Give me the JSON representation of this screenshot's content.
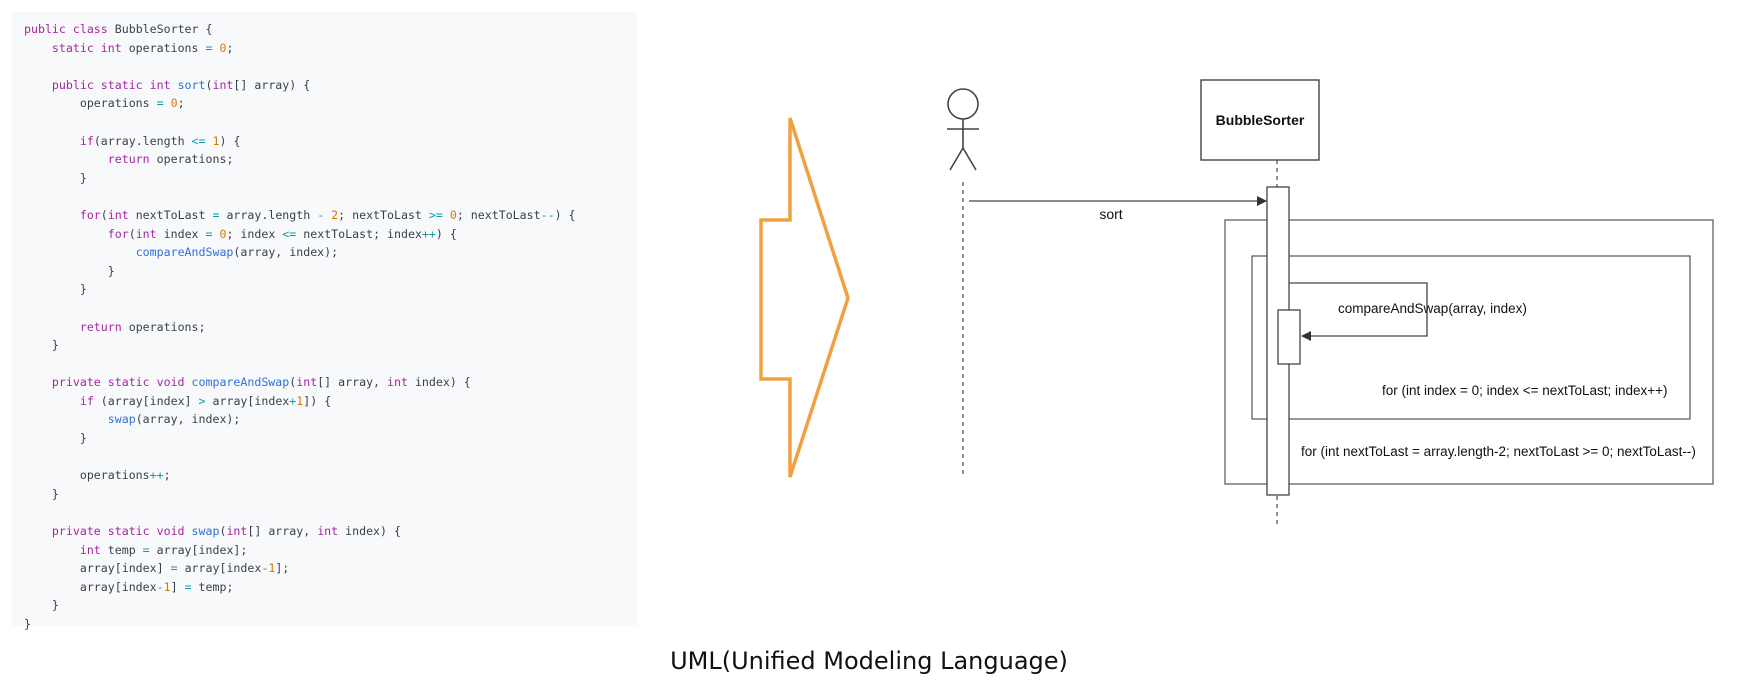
{
  "code_panel": {
    "background": "#f8f9fb",
    "lines": [
      [
        {
          "k": "kw",
          "t": "public class "
        },
        {
          "k": "tx",
          "t": "BubbleSorter {"
        }
      ],
      [
        {
          "k": "tx",
          "t": "    "
        },
        {
          "k": "kw",
          "t": "static int "
        },
        {
          "k": "tx",
          "t": "operations "
        },
        {
          "k": "op",
          "t": "= "
        },
        {
          "k": "num",
          "t": "0"
        },
        {
          "k": "tx",
          "t": ";"
        }
      ],
      [],
      [
        {
          "k": "tx",
          "t": "    "
        },
        {
          "k": "kw",
          "t": "public static int "
        },
        {
          "k": "fn",
          "t": "sort"
        },
        {
          "k": "tx",
          "t": "("
        },
        {
          "k": "kw",
          "t": "int"
        },
        {
          "k": "tx",
          "t": "[] array) {"
        }
      ],
      [
        {
          "k": "tx",
          "t": "        operations "
        },
        {
          "k": "op",
          "t": "= "
        },
        {
          "k": "num",
          "t": "0"
        },
        {
          "k": "tx",
          "t": ";"
        }
      ],
      [],
      [
        {
          "k": "tx",
          "t": "        "
        },
        {
          "k": "kw",
          "t": "if"
        },
        {
          "k": "tx",
          "t": "(array.length "
        },
        {
          "k": "op",
          "t": "<= "
        },
        {
          "k": "num",
          "t": "1"
        },
        {
          "k": "tx",
          "t": ") {"
        }
      ],
      [
        {
          "k": "tx",
          "t": "            "
        },
        {
          "k": "kw",
          "t": "return "
        },
        {
          "k": "tx",
          "t": "operations;"
        }
      ],
      [
        {
          "k": "tx",
          "t": "        }"
        }
      ],
      [],
      [
        {
          "k": "tx",
          "t": "        "
        },
        {
          "k": "kw",
          "t": "for"
        },
        {
          "k": "tx",
          "t": "("
        },
        {
          "k": "kw",
          "t": "int "
        },
        {
          "k": "tx",
          "t": "nextToLast "
        },
        {
          "k": "op",
          "t": "= "
        },
        {
          "k": "tx",
          "t": "array.length "
        },
        {
          "k": "op",
          "t": "- "
        },
        {
          "k": "num",
          "t": "2"
        },
        {
          "k": "tx",
          "t": "; nextToLast "
        },
        {
          "k": "op",
          "t": ">= "
        },
        {
          "k": "num",
          "t": "0"
        },
        {
          "k": "tx",
          "t": "; nextToLast"
        },
        {
          "k": "op",
          "t": "--"
        },
        {
          "k": "tx",
          "t": ") {"
        }
      ],
      [
        {
          "k": "tx",
          "t": "            "
        },
        {
          "k": "kw",
          "t": "for"
        },
        {
          "k": "tx",
          "t": "("
        },
        {
          "k": "kw",
          "t": "int "
        },
        {
          "k": "tx",
          "t": "index "
        },
        {
          "k": "op",
          "t": "= "
        },
        {
          "k": "num",
          "t": "0"
        },
        {
          "k": "tx",
          "t": "; index "
        },
        {
          "k": "op",
          "t": "<= "
        },
        {
          "k": "tx",
          "t": "nextToLast; index"
        },
        {
          "k": "op",
          "t": "++"
        },
        {
          "k": "tx",
          "t": ") {"
        }
      ],
      [
        {
          "k": "tx",
          "t": "                "
        },
        {
          "k": "fn",
          "t": "compareAndSwap"
        },
        {
          "k": "tx",
          "t": "(array, index);"
        }
      ],
      [
        {
          "k": "tx",
          "t": "            }"
        }
      ],
      [
        {
          "k": "tx",
          "t": "        }"
        }
      ],
      [],
      [
        {
          "k": "tx",
          "t": "        "
        },
        {
          "k": "kw",
          "t": "return "
        },
        {
          "k": "tx",
          "t": "operations;"
        }
      ],
      [
        {
          "k": "tx",
          "t": "    }"
        }
      ],
      [],
      [
        {
          "k": "tx",
          "t": "    "
        },
        {
          "k": "kw",
          "t": "private static void "
        },
        {
          "k": "fn",
          "t": "compareAndSwap"
        },
        {
          "k": "tx",
          "t": "("
        },
        {
          "k": "kw",
          "t": "int"
        },
        {
          "k": "tx",
          "t": "[] array, "
        },
        {
          "k": "kw",
          "t": "int "
        },
        {
          "k": "tx",
          "t": "index) {"
        }
      ],
      [
        {
          "k": "tx",
          "t": "        "
        },
        {
          "k": "kw",
          "t": "if "
        },
        {
          "k": "tx",
          "t": "(array[index] "
        },
        {
          "k": "op",
          "t": "> "
        },
        {
          "k": "tx",
          "t": "array[index"
        },
        {
          "k": "op",
          "t": "+"
        },
        {
          "k": "num",
          "t": "1"
        },
        {
          "k": "tx",
          "t": "]) {"
        }
      ],
      [
        {
          "k": "tx",
          "t": "            "
        },
        {
          "k": "fn",
          "t": "swap"
        },
        {
          "k": "tx",
          "t": "(array, index);"
        }
      ],
      [
        {
          "k": "tx",
          "t": "        }"
        }
      ],
      [],
      [
        {
          "k": "tx",
          "t": "        operations"
        },
        {
          "k": "op",
          "t": "++"
        },
        {
          "k": "tx",
          "t": ";"
        }
      ],
      [
        {
          "k": "tx",
          "t": "    }"
        }
      ],
      [],
      [
        {
          "k": "tx",
          "t": "    "
        },
        {
          "k": "kw",
          "t": "private static void "
        },
        {
          "k": "fn",
          "t": "swap"
        },
        {
          "k": "tx",
          "t": "("
        },
        {
          "k": "kw",
          "t": "int"
        },
        {
          "k": "tx",
          "t": "[] array, "
        },
        {
          "k": "kw",
          "t": "int "
        },
        {
          "k": "tx",
          "t": "index) {"
        }
      ],
      [
        {
          "k": "tx",
          "t": "        "
        },
        {
          "k": "kw",
          "t": "int "
        },
        {
          "k": "tx",
          "t": "temp "
        },
        {
          "k": "op",
          "t": "= "
        },
        {
          "k": "tx",
          "t": "array[index];"
        }
      ],
      [
        {
          "k": "tx",
          "t": "        array[index] "
        },
        {
          "k": "op",
          "t": "= "
        },
        {
          "k": "tx",
          "t": "array[index"
        },
        {
          "k": "op",
          "t": "-"
        },
        {
          "k": "num",
          "t": "1"
        },
        {
          "k": "tx",
          "t": "];"
        }
      ],
      [
        {
          "k": "tx",
          "t": "        array[index"
        },
        {
          "k": "op",
          "t": "-"
        },
        {
          "k": "num",
          "t": "1"
        },
        {
          "k": "tx",
          "t": "] "
        },
        {
          "k": "op",
          "t": "= "
        },
        {
          "k": "tx",
          "t": "temp;"
        }
      ],
      [
        {
          "k": "tx",
          "t": "    }"
        }
      ],
      [
        {
          "k": "tx",
          "t": "}"
        }
      ]
    ]
  },
  "arrow": {
    "color": "#f0a040"
  },
  "uml": {
    "lifeline_title": "BubbleSorter",
    "message_sort": "sort",
    "message_self": "compareAndSwap(array, index)",
    "inner_loop_label": "for (int index = 0; index <= nextToLast; index++)",
    "outer_loop_label": "for (int nextToLast = array.length-2; nextToLast >= 0; nextToLast--)",
    "line_color": "#444444"
  },
  "caption": "UML(Unified Modeling Language)"
}
